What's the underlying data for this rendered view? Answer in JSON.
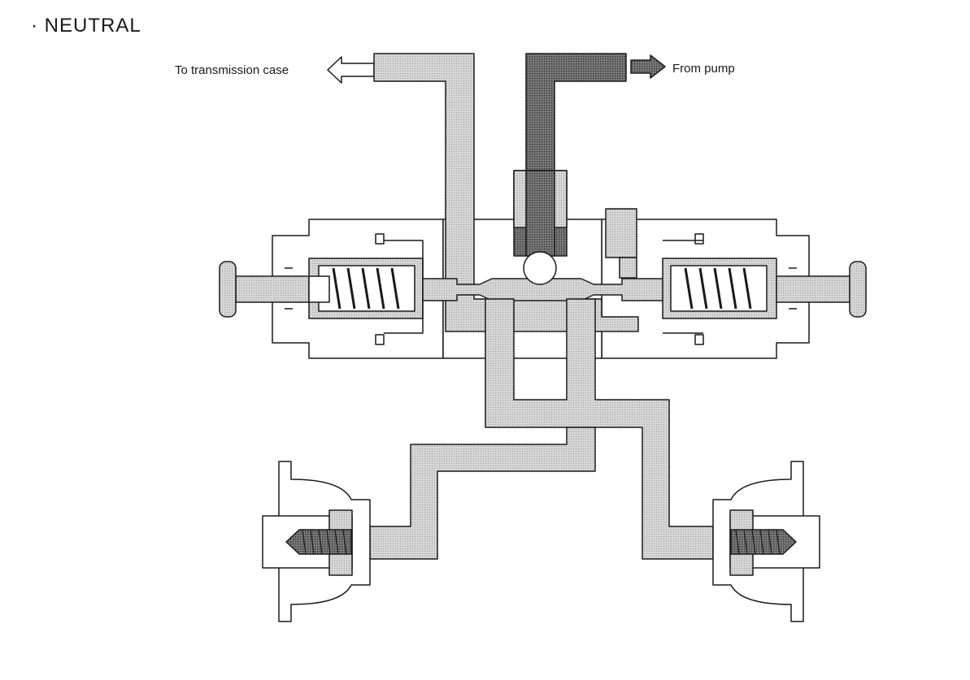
{
  "title": "· NEUTRAL",
  "labels": {
    "to_transmission_case": "To transmission case",
    "from_pump": "From pump"
  },
  "colors": {
    "return_oil": "#d9d9d9",
    "pressure_oil": "#7a7a7a",
    "outline": "#1a1a1a",
    "background": "#ffffff"
  },
  "icons": {
    "return_arrow": "arrow-left-outline",
    "pump_arrow": "arrow-right-filled"
  }
}
